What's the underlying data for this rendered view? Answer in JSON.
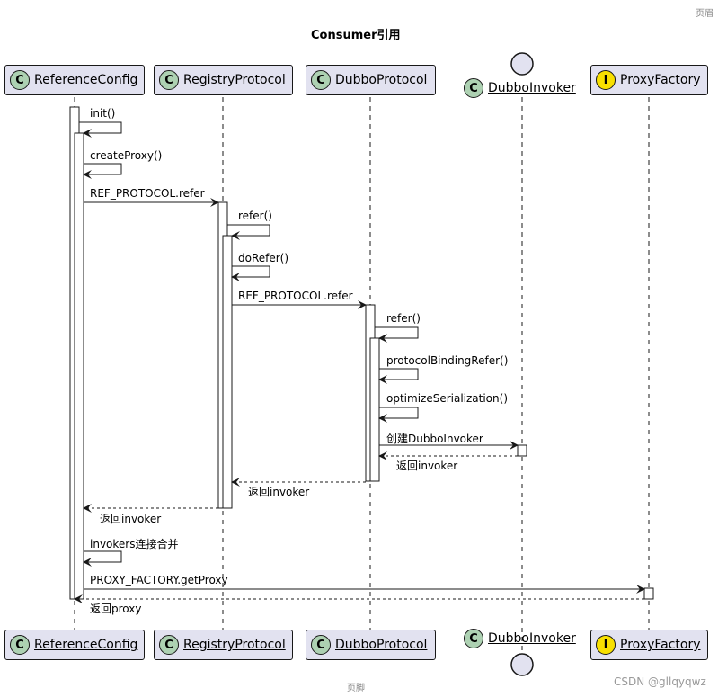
{
  "page": {
    "header": "页眉",
    "footer": "页脚",
    "title": "Consumer引用",
    "watermark": "CSDN @gllqyqwz"
  },
  "participants": [
    {
      "name": "ReferenceConfig",
      "badge": "C",
      "kind": "class"
    },
    {
      "name": "RegistryProtocol",
      "badge": "C",
      "kind": "class"
    },
    {
      "name": "DubboProtocol",
      "badge": "C",
      "kind": "class"
    },
    {
      "name": "DubboInvoker",
      "badge": "C",
      "kind": "entity"
    },
    {
      "name": "ProxyFactory",
      "badge": "I",
      "kind": "interface"
    }
  ],
  "messages": [
    {
      "from": "ReferenceConfig",
      "to": "ReferenceConfig",
      "label": "init()",
      "style": "solid"
    },
    {
      "from": "ReferenceConfig",
      "to": "ReferenceConfig",
      "label": "createProxy()",
      "style": "solid"
    },
    {
      "from": "ReferenceConfig",
      "to": "RegistryProtocol",
      "label": "REF_PROTOCOL.refer",
      "style": "solid"
    },
    {
      "from": "RegistryProtocol",
      "to": "RegistryProtocol",
      "label": "refer()",
      "style": "solid"
    },
    {
      "from": "RegistryProtocol",
      "to": "RegistryProtocol",
      "label": "doRefer()",
      "style": "solid"
    },
    {
      "from": "RegistryProtocol",
      "to": "DubboProtocol",
      "label": "REF_PROTOCOL.refer",
      "style": "solid"
    },
    {
      "from": "DubboProtocol",
      "to": "DubboProtocol",
      "label": "refer()",
      "style": "solid"
    },
    {
      "from": "DubboProtocol",
      "to": "DubboProtocol",
      "label": "protocolBindingRefer()",
      "style": "solid"
    },
    {
      "from": "DubboProtocol",
      "to": "DubboProtocol",
      "label": "optimizeSerialization()",
      "style": "solid"
    },
    {
      "from": "DubboProtocol",
      "to": "DubboInvoker",
      "label": "创建DubboInvoker",
      "style": "solid"
    },
    {
      "from": "DubboInvoker",
      "to": "DubboProtocol",
      "label": "返回invoker",
      "style": "dashed"
    },
    {
      "from": "DubboProtocol",
      "to": "RegistryProtocol",
      "label": "返回invoker",
      "style": "dashed"
    },
    {
      "from": "RegistryProtocol",
      "to": "ReferenceConfig",
      "label": "返回invoker",
      "style": "dashed"
    },
    {
      "from": "ReferenceConfig",
      "to": "ReferenceConfig",
      "label": "invokers连接合并",
      "style": "solid"
    },
    {
      "from": "ReferenceConfig",
      "to": "ProxyFactory",
      "label": "PROXY_FACTORY.getProxy",
      "style": "solid"
    },
    {
      "from": "ProxyFactory",
      "to": "ReferenceConfig",
      "label": "返回proxy",
      "style": "dashed"
    }
  ]
}
